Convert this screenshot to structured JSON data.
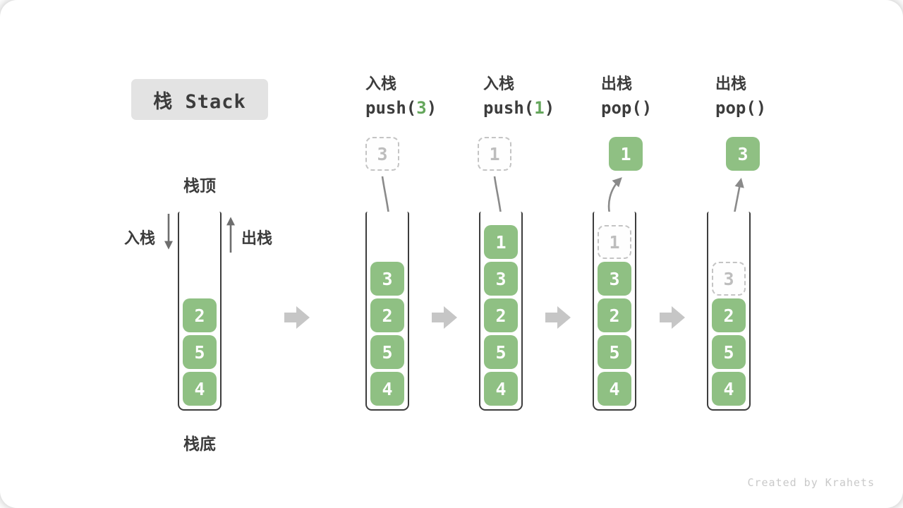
{
  "title": {
    "text": "栈 Stack"
  },
  "legend": {
    "stack_top": "栈顶",
    "stack_bottom": "栈底",
    "push_label": "入栈",
    "pop_label": "出栈"
  },
  "columns": [
    {
      "op": "入栈",
      "fn": "push(",
      "arg": "3",
      "close": ")"
    },
    {
      "op": "入栈",
      "fn": "push(",
      "arg": "1",
      "close": ")"
    },
    {
      "op": "出栈",
      "fn": "pop(",
      "arg": "",
      "close": ")"
    },
    {
      "op": "出栈",
      "fn": "pop(",
      "arg": "",
      "close": ")"
    }
  ],
  "stacks": [
    {
      "name": "initial-stack",
      "floating": null,
      "arrow": null,
      "items": [
        {
          "value": "2",
          "ghost": false
        },
        {
          "value": "5",
          "ghost": false
        },
        {
          "value": "4",
          "ghost": false
        }
      ]
    },
    {
      "name": "after-push-3",
      "floating": {
        "value": "3",
        "style": "ghost"
      },
      "arrow": "in",
      "items": [
        {
          "value": "3",
          "ghost": false
        },
        {
          "value": "2",
          "ghost": false
        },
        {
          "value": "5",
          "ghost": false
        },
        {
          "value": "4",
          "ghost": false
        }
      ]
    },
    {
      "name": "after-push-1",
      "floating": {
        "value": "1",
        "style": "ghost"
      },
      "arrow": "in",
      "items": [
        {
          "value": "1",
          "ghost": false
        },
        {
          "value": "3",
          "ghost": false
        },
        {
          "value": "2",
          "ghost": false
        },
        {
          "value": "5",
          "ghost": false
        },
        {
          "value": "4",
          "ghost": false
        }
      ]
    },
    {
      "name": "after-pop-1",
      "floating": {
        "value": "1",
        "style": "solid"
      },
      "arrow": "out",
      "items": [
        {
          "value": "1",
          "ghost": true
        },
        {
          "value": "3",
          "ghost": false
        },
        {
          "value": "2",
          "ghost": false
        },
        {
          "value": "5",
          "ghost": false
        },
        {
          "value": "4",
          "ghost": false
        }
      ]
    },
    {
      "name": "after-pop-3",
      "floating": {
        "value": "3",
        "style": "solid"
      },
      "arrow": "out",
      "items": [
        {
          "value": "3",
          "ghost": true
        },
        {
          "value": "2",
          "ghost": false
        },
        {
          "value": "5",
          "ghost": false
        },
        {
          "value": "4",
          "ghost": false
        }
      ]
    }
  ],
  "watermark": "Created by Krahets",
  "colors": {
    "ink": "#3C3C3C",
    "cell_green": "#8FC083",
    "arg_green": "#64A65B",
    "well_border": "#3D3D3D",
    "ghost_border": "#C4C4C4",
    "ghost_ink": "#BDBDBD",
    "title_bg": "#E3E3E3",
    "big_arrow": "#C6C6C6",
    "curve_arrow": "#8A8A8A",
    "side_arrow": "#6E6E6E",
    "watermark": "#C9C9C9"
  }
}
